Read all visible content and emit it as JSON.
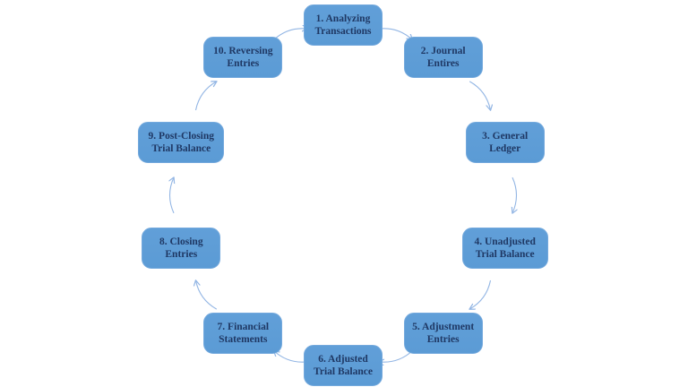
{
  "diagram": {
    "name": "accounting-cycle-diagram",
    "type": "cycle",
    "direction": "clockwise",
    "steps": [
      {
        "id": 1,
        "label": "1. Analyzing\nTransactions"
      },
      {
        "id": 2,
        "label": "2. Journal\nEntires"
      },
      {
        "id": 3,
        "label": "3. General\nLedger"
      },
      {
        "id": 4,
        "label": "4. Unadjusted\nTrial Balance"
      },
      {
        "id": 5,
        "label": "5. Adjustment\nEntries"
      },
      {
        "id": 6,
        "label": "6. Adjusted\nTrial Balance"
      },
      {
        "id": 7,
        "label": "7. Financial\nStatements"
      },
      {
        "id": 8,
        "label": "8. Closing\nEntries"
      },
      {
        "id": 9,
        "label": "9. Post-Closing\nTrial Balance"
      },
      {
        "id": 10,
        "label": "10. Reversing\nEntries"
      }
    ],
    "arrows": [
      "1-2",
      "2-3",
      "3-4",
      "4-5",
      "5-6",
      "6-7",
      "7-8",
      "8-9",
      "9-10",
      "10-1"
    ]
  },
  "colors": {
    "background": "#ffffff",
    "box_fill": "#5b9bd5",
    "box_fill_top": "#619fd8",
    "box_border": "#74a9dd",
    "step_text": "#1f3864",
    "arrow": "#93b6e4"
  }
}
